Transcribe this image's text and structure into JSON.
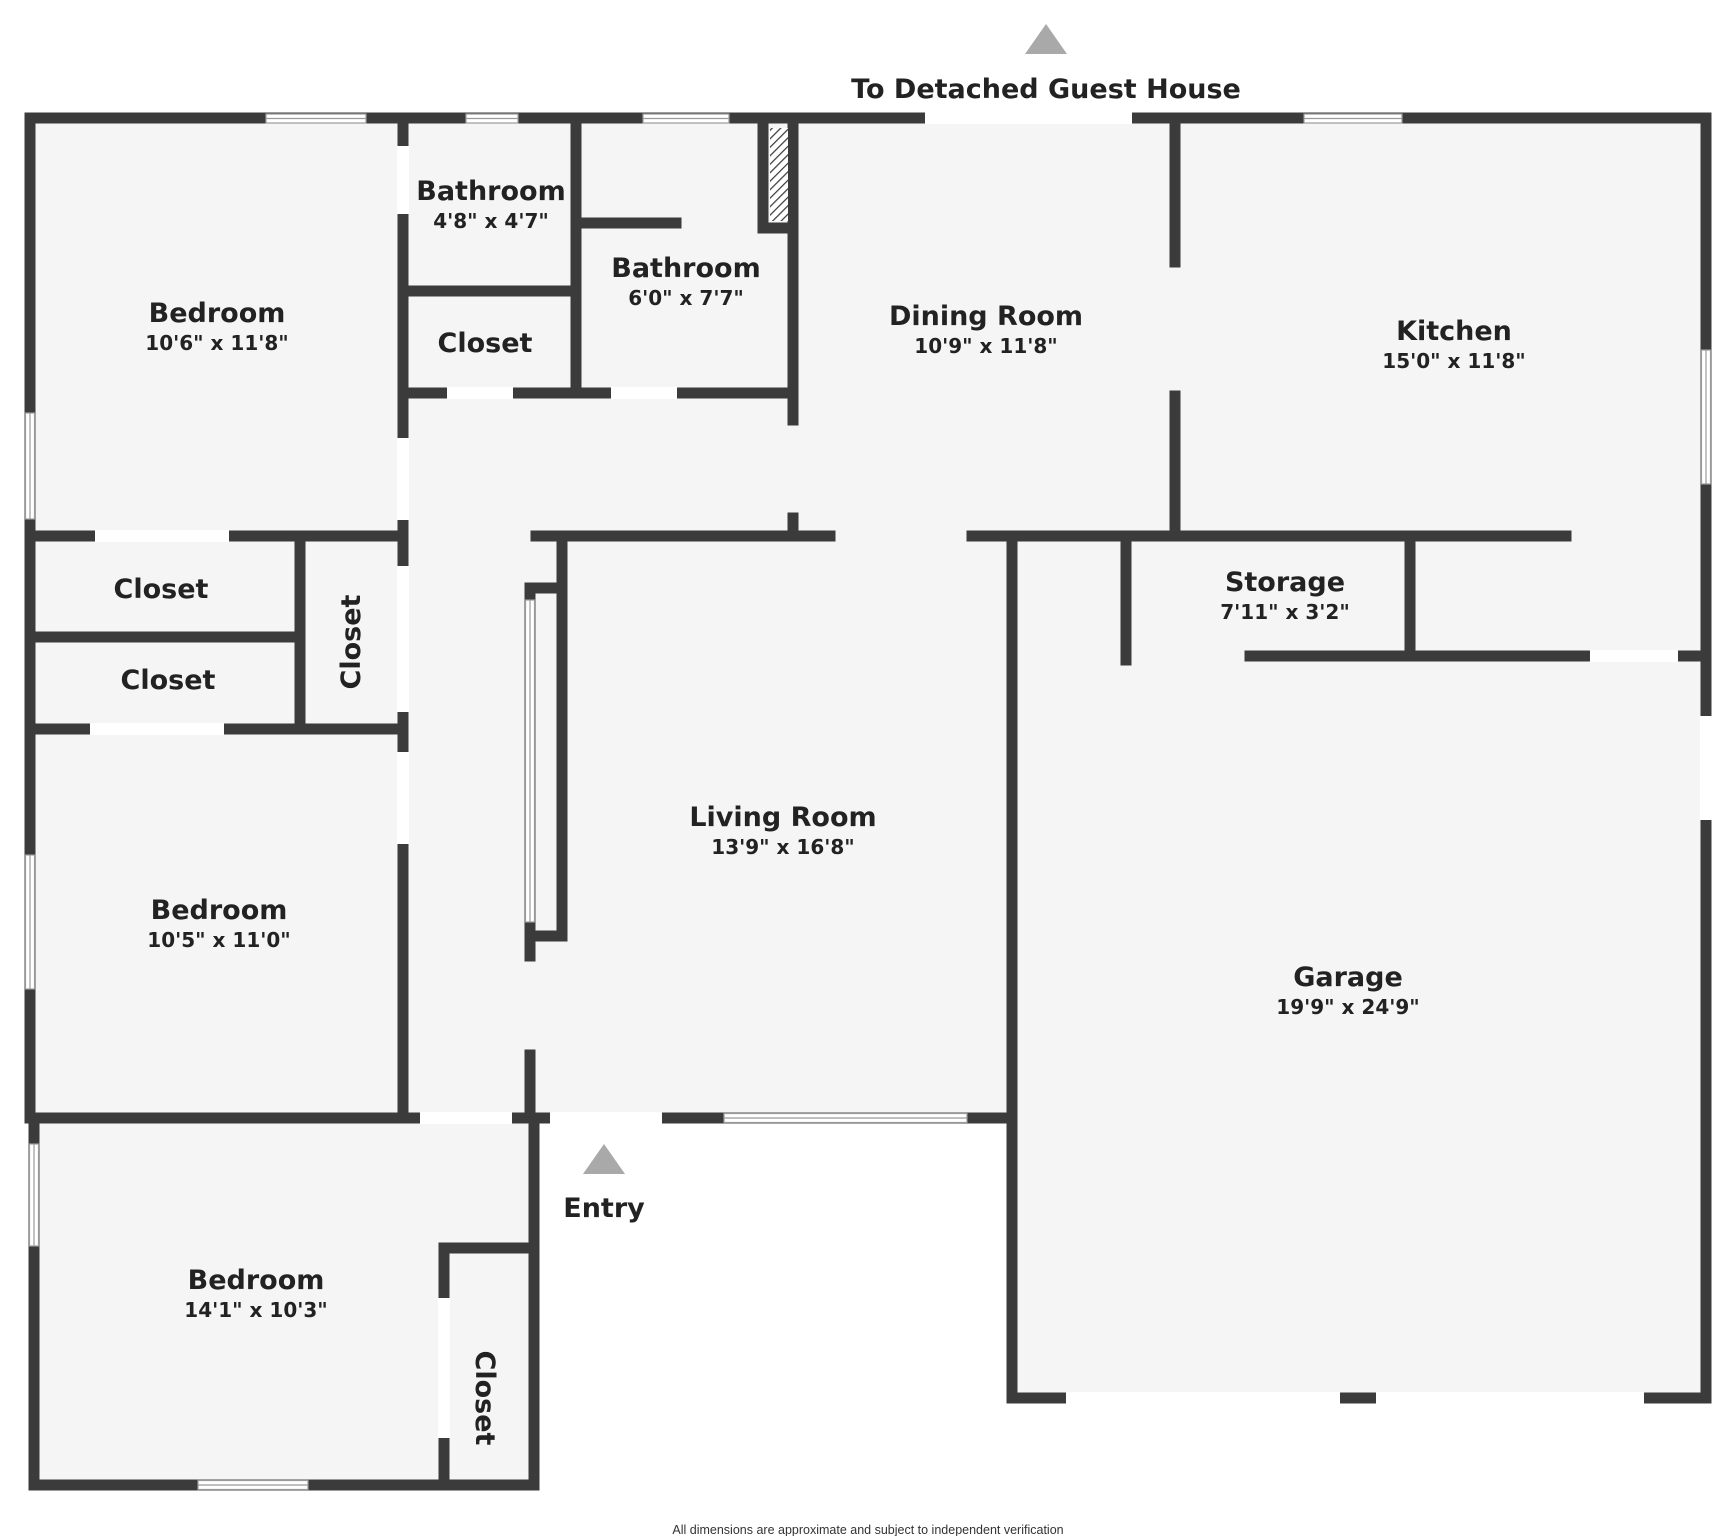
{
  "colors": {
    "wall": "#3b3b3b",
    "floor": "#f5f5f5",
    "background": "#ffffff",
    "marker": "#a9a9a9",
    "window": "#ffffff"
  },
  "markers": {
    "guest_house": "To Detached Guest House",
    "entry": "Entry"
  },
  "rooms": {
    "bedroom_1": {
      "name": "Bedroom",
      "dims": "10'6\" x 11'8\""
    },
    "bathroom_1": {
      "name": "Bathroom",
      "dims": "4'8\" x 4'7\""
    },
    "closet_1": {
      "name": "Closet"
    },
    "bathroom_2": {
      "name": "Bathroom",
      "dims": "6'0\" x 7'7\""
    },
    "dining_room": {
      "name": "Dining Room",
      "dims": "10'9\" x 11'8\""
    },
    "kitchen": {
      "name": "Kitchen",
      "dims": "15'0\" x 11'8\""
    },
    "closet_2": {
      "name": "Closet"
    },
    "closet_3": {
      "name": "Closet"
    },
    "closet_4": {
      "name": "Closet"
    },
    "storage": {
      "name": "Storage",
      "dims": "7'11\" x 3'2\""
    },
    "living_room": {
      "name": "Living Room",
      "dims": "13'9\" x 16'8\""
    },
    "bedroom_2": {
      "name": "Bedroom",
      "dims": "10'5\" x 11'0\""
    },
    "garage": {
      "name": "Garage",
      "dims": "19'9\" x 24'9\""
    },
    "bedroom_3": {
      "name": "Bedroom",
      "dims": "14'1\" x 10'3\""
    },
    "closet_5": {
      "name": "Closet"
    }
  },
  "disclaimer": "All dimensions are approximate and subject to independent verification"
}
